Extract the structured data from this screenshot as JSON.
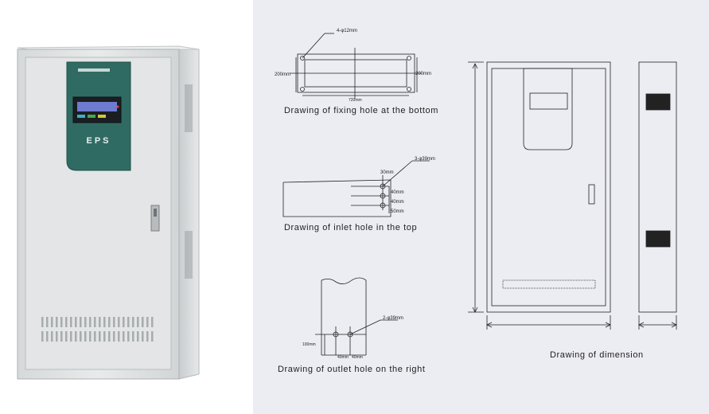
{
  "product": {
    "brand_label": "EPS",
    "panel_label": "EPS"
  },
  "drawings": {
    "bottom": {
      "caption": "Drawing of fixing hole at the bottom",
      "hole_spec": "4-φ12mm",
      "width": "720mm",
      "depth_left": "200mm",
      "depth_right": "200mm"
    },
    "top": {
      "caption": "Drawing of inlet hole in the top",
      "hole_spec": "3-φ39mm",
      "offset": "30mm",
      "spacing_1": "40mm",
      "spacing_2": "40mm",
      "spacing_3": "50mm"
    },
    "right": {
      "caption": "Drawing of outlet hole on the right",
      "hole_spec": "2-φ39mm",
      "height": "100mm",
      "spacing_1": "40mm",
      "spacing_2": "40mm"
    },
    "dimension": {
      "caption": "Drawing of dimension"
    }
  },
  "colors": {
    "panel_background": "#ececf3",
    "cabinet_body": "#dcdfe0",
    "control_panel": "#2f6b63"
  }
}
